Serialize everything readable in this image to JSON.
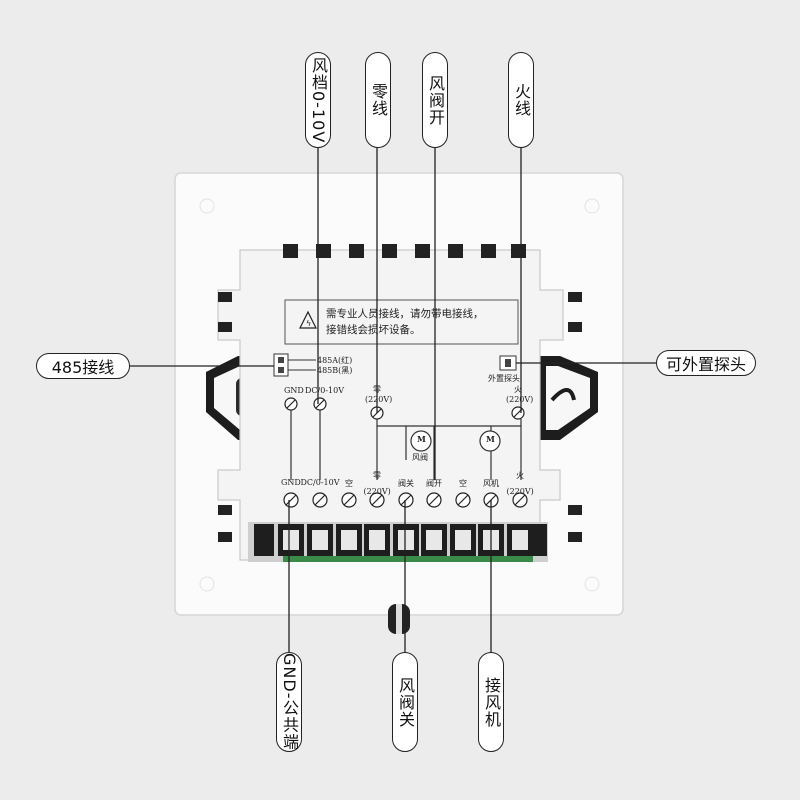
{
  "labels": {
    "fan_speed": "风档0-10V",
    "neutral": "零线",
    "valve_open": "风阀开",
    "live": "火线",
    "rs485": "485接线",
    "ext_probe": "可外置探头",
    "gnd_common": "GND-公共端",
    "valve_close": "风阀关",
    "fan_motor": "接风机"
  },
  "warning": {
    "line1": "需专业人员接线，请勿带电接线，",
    "line2": "接错线会损坏设备。"
  },
  "board": {
    "a485": "485A(红)",
    "b485": "485B(黑)",
    "ext_probe_small": "外置探头",
    "top_gnd": "GND",
    "top_dc": "DC/0-10V",
    "top_neutral": "零",
    "top_neutral_v": "(220V)",
    "top_live": "火",
    "top_live_v": "(220V)",
    "motor_m": "M",
    "valve_label": "风阀"
  },
  "terminals": [
    {
      "label": "GND",
      "sub": ""
    },
    {
      "label": "DC/0-10V",
      "sub": ""
    },
    {
      "label": "空",
      "sub": ""
    },
    {
      "label": "零",
      "sub": "(220V)"
    },
    {
      "label": "阀关",
      "sub": ""
    },
    {
      "label": "阀开",
      "sub": ""
    },
    {
      "label": "空",
      "sub": ""
    },
    {
      "label": "风机",
      "sub": ""
    },
    {
      "label": "火",
      "sub": "(220V)"
    }
  ]
}
